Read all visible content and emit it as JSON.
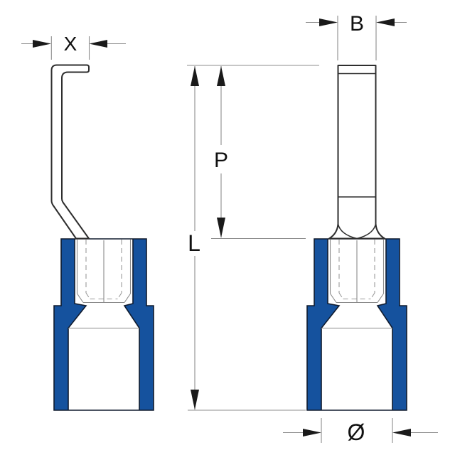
{
  "labels": {
    "x": "X",
    "b": "B",
    "p": "P",
    "l": "L",
    "diameter": "Ø"
  },
  "colors": {
    "insulation": "#15529e",
    "sleeve_outline": "#101b2e",
    "metal_outline": "#2e2e2e",
    "thin_line": "#8a8a8a",
    "dashed_line": "#9a9a9a",
    "dimension_line": "#8c8c8c",
    "arrow": "#1a1a1a",
    "label": "#111111",
    "background": "#ffffff"
  }
}
